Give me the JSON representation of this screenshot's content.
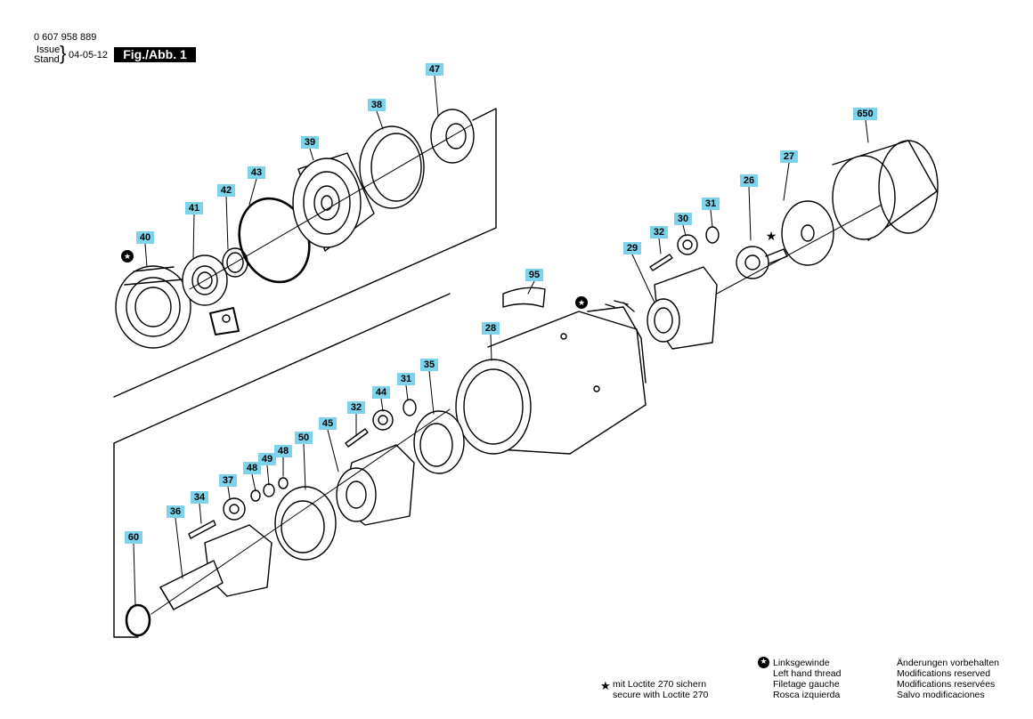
{
  "header": {
    "part_number": "0 607 958 889",
    "issue_label": "Issue",
    "stand_label": "Stand",
    "date": "04-05-12",
    "figure_label": "Fig./Abb. 1"
  },
  "part_labels": [
    "47",
    "38",
    "39",
    "43",
    "42",
    "41",
    "40",
    "650",
    "27",
    "26",
    "31",
    "30",
    "32",
    "29",
    "95",
    "28",
    "35",
    "31",
    "44",
    "32",
    "45",
    "48",
    "49",
    "48",
    "50",
    "37",
    "34",
    "36",
    "60"
  ],
  "symbols": {
    "left_thread_icon": "left-hand-thread-icon",
    "loctite_icon": "star-icon"
  },
  "legend": {
    "loctite_de": "mit Loctite 270 sichern",
    "loctite_en": "secure with Loctite 270",
    "thread_de": "Linksgewinde",
    "thread_en": "Left hand thread",
    "thread_fr": "Filetage gauche",
    "thread_es": "Rosca izquierda",
    "mod_de": "Änderungen vorbehalten",
    "mod_en": "Modifications reserved",
    "mod_fr": "Modifications reservées",
    "mod_es": "Salvo modificaciones"
  },
  "colors": {
    "label_bg": "#7dd3ea",
    "line": "#000000"
  }
}
